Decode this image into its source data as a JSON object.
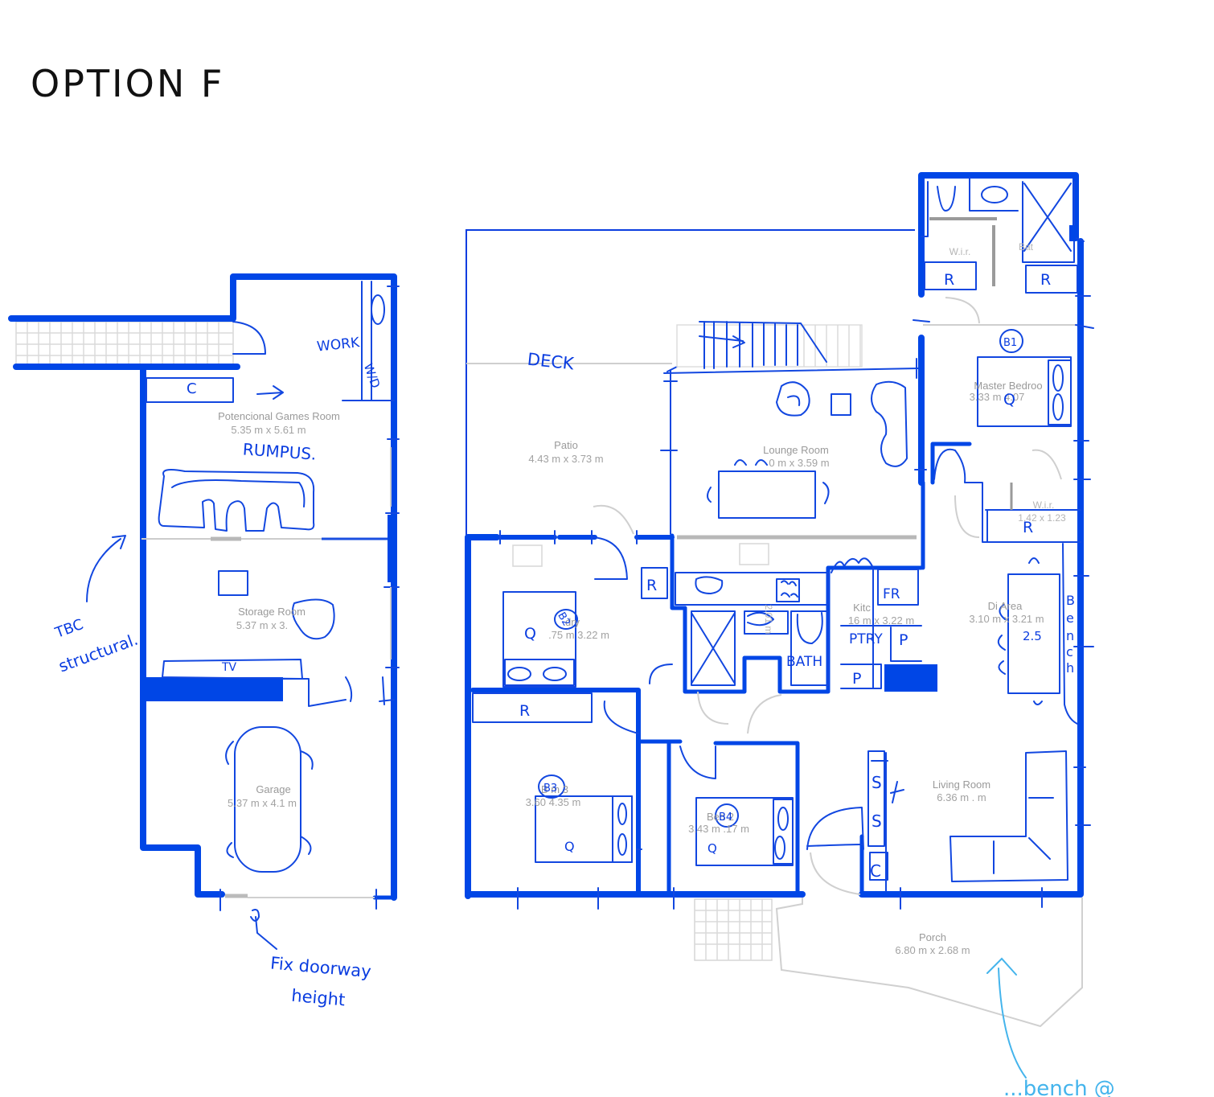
{
  "title": "OPTION F",
  "colors": {
    "ink": "#0046e6",
    "title_ink": "#111111",
    "plan_grey": "#a0a0a0",
    "annotation_light": "#44b4ec"
  },
  "rooms": {
    "games": {
      "name": "Potencional Games Room",
      "dims": "5.35 m x 5.61 m"
    },
    "storage": {
      "name": "Storage Room",
      "dims": "5.37 m x 3."
    },
    "garage": {
      "name": "Garage",
      "dims": "5.37 m x 4.1  m"
    },
    "patio": {
      "name": "Patio",
      "dims": "4.43 m x 3.73 m"
    },
    "lounge": {
      "name": "Lounge Room",
      "dims": "  0 m x 3.59 m"
    },
    "master": {
      "name": "Master Bedroo",
      "dims": "3.33 m  4.07"
    },
    "laundry": {
      "name": "  dry",
      "dims": ".75 m   3.22 m"
    },
    "dining": {
      "name": "Di    Area",
      "dims": "3.10 m x 3.21 m"
    },
    "kitchen": {
      "name": "Kitc",
      "dims": "16 m x 3.22 m"
    },
    "bed3": {
      "name": "B    m 3",
      "dims": "3.60    4.35 m"
    },
    "bed2": {
      "name": "Bed    2",
      "dims": "3.43 m   .17 m"
    },
    "living": {
      "name": "Living Room",
      "dims": "6.36 m   .  m"
    },
    "porch": {
      "name": "Porch",
      "dims": "6.80 m x 2.68 m"
    },
    "wir_top": {
      "name": "W.i.r."
    },
    "bath_top": {
      "name": "Bat"
    },
    "wir_mid": {
      "name": "W.i.r.",
      "dims": "1.42  x 1.23"
    },
    "hall_dims": "2.01 m"
  },
  "annotations": {
    "deck": "DECK",
    "rumpus": "RUMPUS.",
    "worky": "WORK",
    "wd": "W/D",
    "c_games": "C",
    "tbc_line1": "TBC",
    "tbc_line2": "structural.",
    "tv": "TV",
    "fix_line1": "Fix doorway",
    "fix_line2": "height",
    "b1": "B1",
    "b2": "B2",
    "b3": "B3",
    "b4": "B4",
    "q": "Q",
    "r": "R",
    "fr": "FR",
    "ptry": "PTRY",
    "p": "P",
    "bath": "BATH",
    "bench": [
      "B",
      "e",
      "n",
      "c",
      "h"
    ],
    "table_size": "2.5",
    "s": "S",
    "c": "C",
    "bottom_note": "...bench @"
  }
}
